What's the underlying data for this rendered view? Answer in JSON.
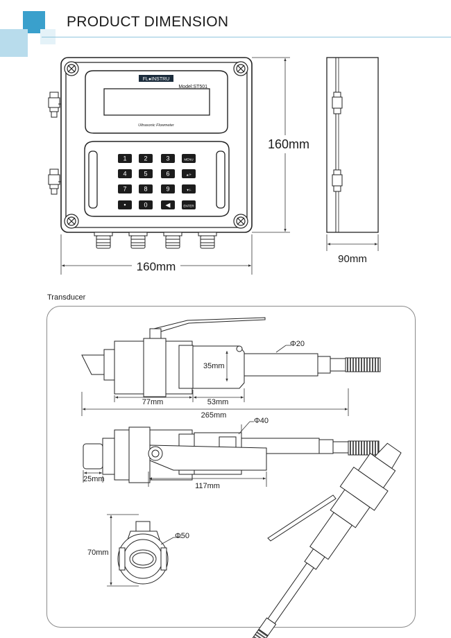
{
  "header": {
    "title": "PRODUCT DIMENSION",
    "accent_colors": [
      "#3aa0cc",
      "#b8dcec",
      "#e4f2f8"
    ]
  },
  "meter": {
    "brand": "FL●INSTRU",
    "model": "Model:ST501",
    "subtitle": "Ultrasonic Flowmeter",
    "keys": [
      "1",
      "2",
      "3",
      "MENU",
      "4",
      "5",
      "6",
      "▲/+",
      "7",
      "8",
      "9",
      "▼/-",
      "•",
      "0",
      "◀",
      "ENTER"
    ],
    "dim_height": "160mm",
    "dim_width": "160mm",
    "dim_depth": "90mm"
  },
  "transducer": {
    "label": "Transducer",
    "dims": {
      "phi20": "Φ20",
      "d35": "35mm",
      "d77": "77mm",
      "d53": "53mm",
      "d265": "265mm",
      "phi40": "Φ40",
      "d25": "25mm",
      "d117": "117mm",
      "d70": "70mm",
      "phi50": "Φ50"
    }
  }
}
